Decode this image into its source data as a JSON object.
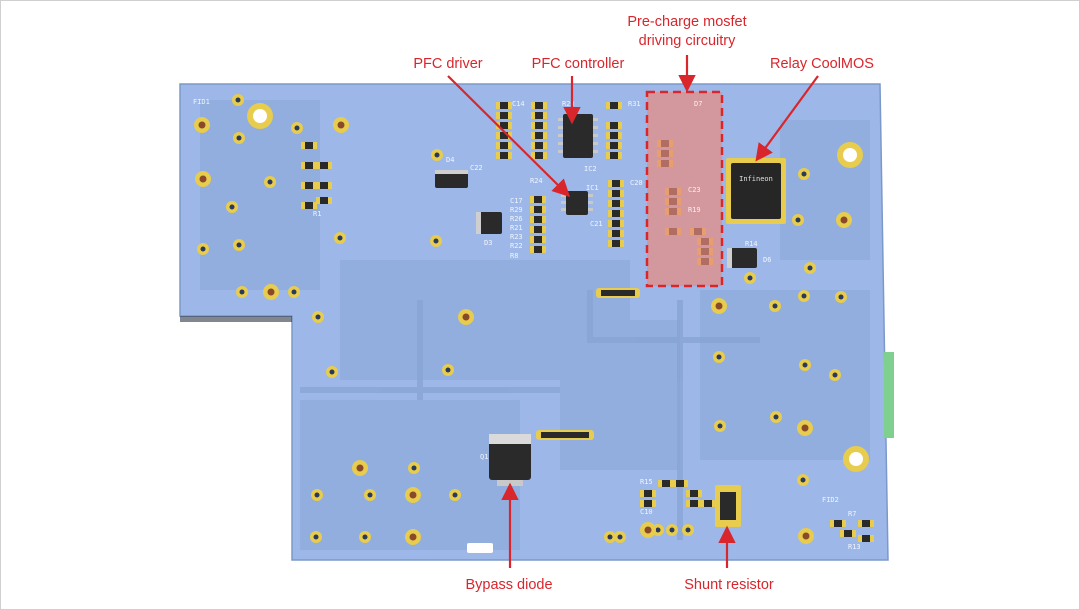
{
  "callouts": {
    "precharge": "Pre-charge mosfet\ndriving circuitry",
    "pfc_driver": "PFC driver",
    "pfc_controller": "PFC controller",
    "relay": "Relay CoolMOS",
    "bypass": "Bypass diode",
    "shunt": "Shunt resistor"
  },
  "silkscreen": {
    "fid1": "FID1",
    "fid2": "FID2",
    "ic1": "IC1",
    "ic2": "IC2",
    "d3": "D3",
    "d4": "D4",
    "d6": "D6",
    "d7": "D7",
    "r1": "R1",
    "r14": "R14",
    "r8": "R8",
    "r20": "R20",
    "c14": "C14",
    "c17": "C17",
    "c20": "C20",
    "c21": "C21",
    "c22": "C22",
    "c23": "C23",
    "r19": "R19",
    "r21": "R21",
    "r22": "R22",
    "r23": "R23",
    "r24": "R24",
    "r26": "R26",
    "r29": "R29",
    "r31": "R31",
    "q1": "Q1",
    "r7": "R7",
    "r13": "R13",
    "r15": "R15",
    "c10": "C10",
    "infineon": "Infineon"
  },
  "colors": {
    "board": "#9db8e8",
    "pad": "#d7b84a",
    "annotation": "#d8262c",
    "highlight": "#e88a7d"
  }
}
